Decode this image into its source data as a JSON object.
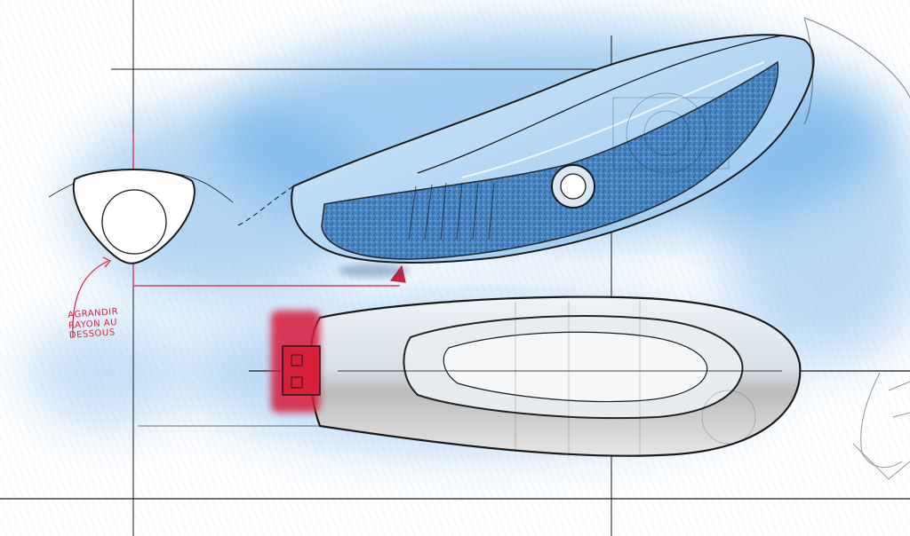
{
  "annotation": {
    "line1": "AGRANDIR",
    "line2": "RAYON AU",
    "line3": "DESSOUS"
  },
  "colors": {
    "ink": "#1a1a1a",
    "blue_wash": "#5aa5e6",
    "blue_deep": "#2f6fb1",
    "red_accent": "#d81f3a",
    "gray_shell": "#bdbdbd"
  }
}
